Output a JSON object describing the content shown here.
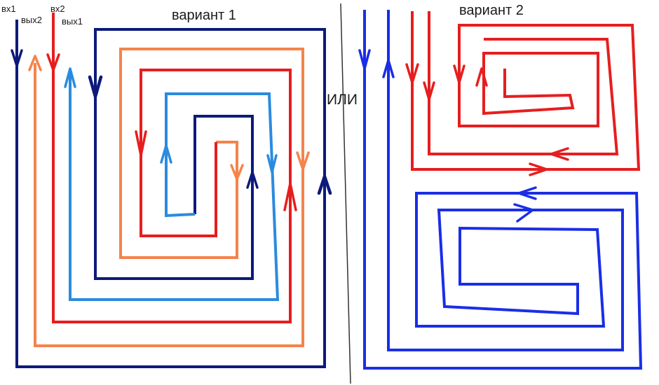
{
  "labels": {
    "variant1": "вариант 1",
    "variant2": "вариант 2",
    "or_text": "ИЛИ",
    "in1": "вх1",
    "out2": "вых2",
    "in2": "вх2",
    "out1": "вых1"
  },
  "colors": {
    "navy": "#0d1a7a",
    "orange": "#f5834a",
    "red": "#e61e1e",
    "lightblue": "#2a8be0",
    "blue": "#1a2ee6",
    "divider": "#333333"
  }
}
